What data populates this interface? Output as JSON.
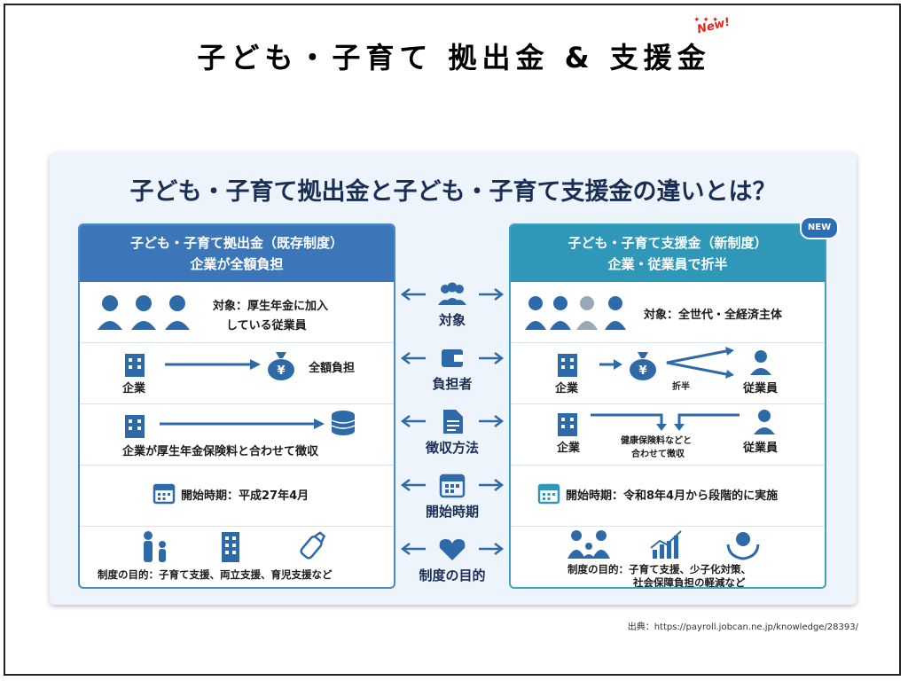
{
  "slide": {
    "title": "子ども・子育て 拠出金 & 支援金",
    "new_tag": "New!",
    "source": "出典：https://payroll.jobcan.ne.jp/knowledge/28393/"
  },
  "infographic": {
    "title": "子ども・子育て拠出金と子ども・子育て支援金の違いとは？",
    "new_badge": "NEW",
    "left": {
      "header_line1": "子ども・子育て拠出金（既存制度）",
      "header_line2": "企業が全額負担",
      "target_line1": "対象：厚生年金に加入",
      "target_line2": "している従業員",
      "company_label": "企業",
      "burden_label": "全額負担",
      "collection_label": "企業が厚生年金保険料と合わせて徴収",
      "start_label": "開始時期：平成27年4月",
      "purpose_label": "制度の目的：子育て支援、両立支援、育児支援など"
    },
    "center": {
      "items": [
        "対象",
        "負担者",
        "徴収方法",
        "開始時期",
        "制度の目的"
      ]
    },
    "right": {
      "header_line1": "子ども・子育て支援金（新制度）",
      "header_line2": "企業・従業員で折半",
      "target_label": "対象：全世代・全経済主体",
      "company_label": "企業",
      "split_label": "折半",
      "employee_label": "従業員",
      "collect_company_label": "企業",
      "collect_note_line1": "健康保険料などと",
      "collect_note_line2": "合わせて徴収",
      "collect_employee_label": "従業員",
      "start_label": "開始時期：令和8年4月から段階的に実施",
      "purpose_line1": "制度の目的：子育て支援、少子化対策、",
      "purpose_line2": "社会保障負担の軽減など"
    }
  },
  "colors": {
    "left_accent": "#3b77b8",
    "right_accent": "#2f97b8",
    "title_navy": "#1a2f55"
  }
}
